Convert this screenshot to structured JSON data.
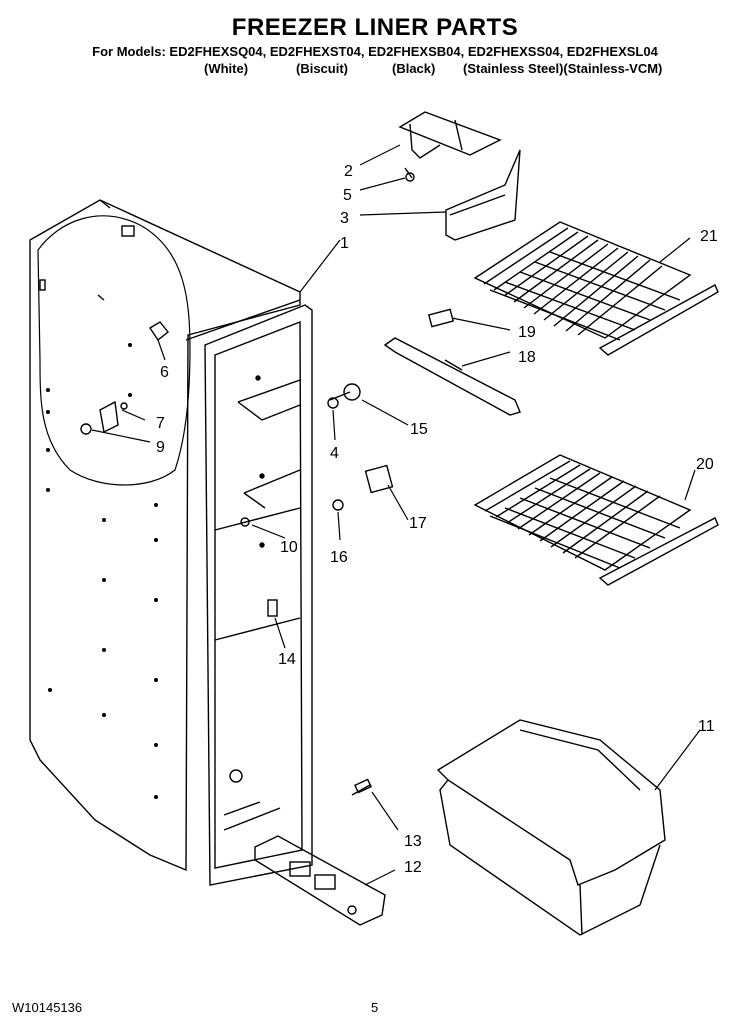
{
  "header": {
    "title": "FREEZER LINER PARTS",
    "models_line": "For Models: ED2FHEXSQ04, ED2FHEXST04, ED2FHEXSB04, ED2FHEXSS04, ED2FHEXSL04",
    "finishes": [
      "(White)",
      "(Biscuit)",
      "(Black)",
      "(Stainless Steel)(Stainless-VCM)"
    ]
  },
  "callouts": [
    "1",
    "2",
    "3",
    "4",
    "5",
    "6",
    "7",
    "9",
    "10",
    "11",
    "12",
    "13",
    "14",
    "15",
    "16",
    "17",
    "18",
    "19",
    "20",
    "21"
  ],
  "footer": {
    "doc_number": "W10145136",
    "page_number": "5"
  }
}
